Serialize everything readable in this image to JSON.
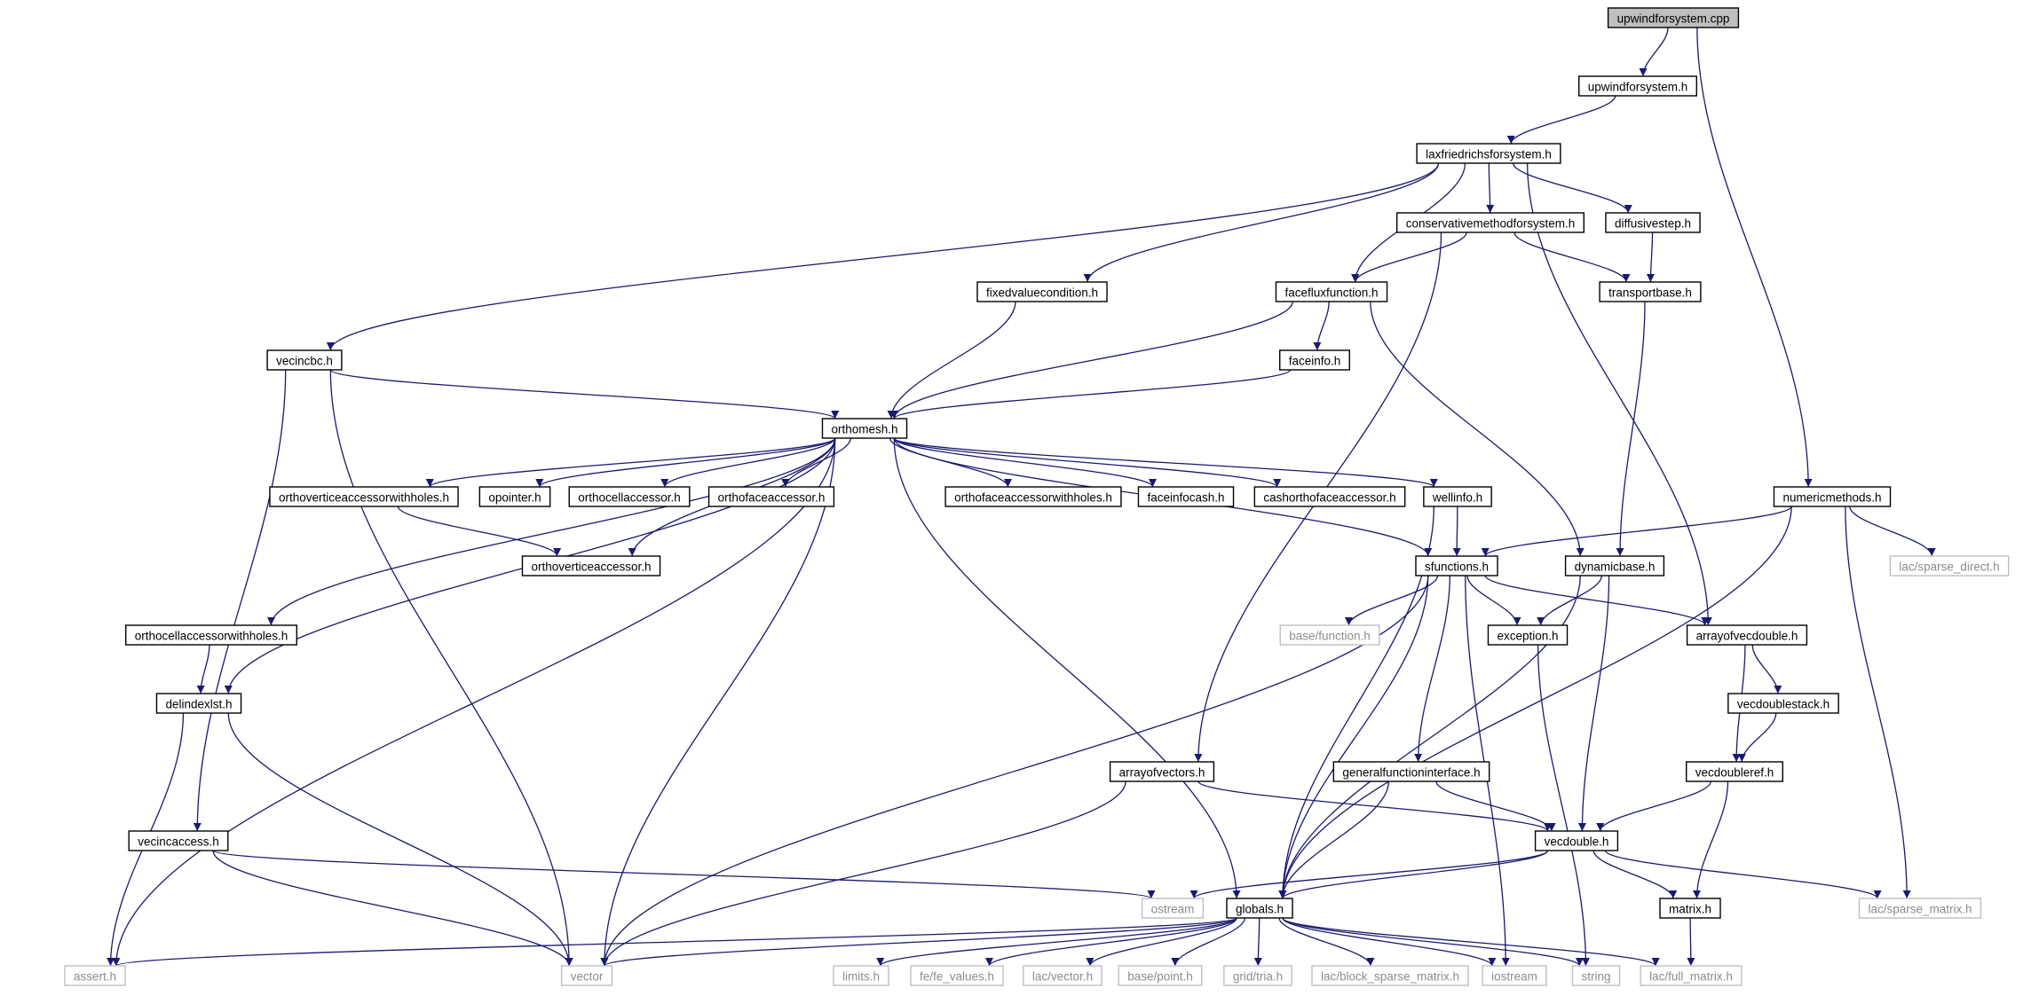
{
  "colors": {
    "edge": "#191970",
    "box": "#000000",
    "root_fill": "#bfbfbf",
    "system_box": "#bfbfbf",
    "system_text": "#8c8c8c"
  },
  "nodes": [
    {
      "id": "upwindforsystem_cpp",
      "label": "upwindforsystem.cpp",
      "kind": "root"
    },
    {
      "id": "upwindforsystem_h",
      "label": "upwindforsystem.h",
      "kind": "local"
    },
    {
      "id": "laxfriedrichsforsystem_h",
      "label": "laxfriedrichsforsystem.h",
      "kind": "local"
    },
    {
      "id": "conservativemethodforsystem_h",
      "label": "conservativemethodforsystem.h",
      "kind": "local"
    },
    {
      "id": "diffusivestep_h",
      "label": "diffusivestep.h",
      "kind": "local"
    },
    {
      "id": "fixedvaluecondition_h",
      "label": "fixedvaluecondition.h",
      "kind": "local"
    },
    {
      "id": "facefluxfunction_h",
      "label": "facefluxfunction.h",
      "kind": "local"
    },
    {
      "id": "transportbase_h",
      "label": "transportbase.h",
      "kind": "local"
    },
    {
      "id": "vecincbc_h",
      "label": "vecincbc.h",
      "kind": "local"
    },
    {
      "id": "faceinfo_h",
      "label": "faceinfo.h",
      "kind": "local"
    },
    {
      "id": "orthomesh_h",
      "label": "orthomesh.h",
      "kind": "local"
    },
    {
      "id": "numericmethods_h",
      "label": "numericmethods.h",
      "kind": "local"
    },
    {
      "id": "orthoverticeaccessorwithholes_h",
      "label": "orthoverticeaccessorwithholes.h",
      "kind": "local"
    },
    {
      "id": "opointer_h",
      "label": "opointer.h",
      "kind": "local"
    },
    {
      "id": "orthocellaccessor_h",
      "label": "orthocellaccessor.h",
      "kind": "local"
    },
    {
      "id": "orthofaceaccessor_h",
      "label": "orthofaceaccessor.h",
      "kind": "local"
    },
    {
      "id": "orthofaceaccessorwithholes_h",
      "label": "orthofaceaccessorwithholes.h",
      "kind": "local"
    },
    {
      "id": "faceinfocash_h",
      "label": "faceinfocash.h",
      "kind": "local"
    },
    {
      "id": "cashorthofaceaccessor_h",
      "label": "cashorthofaceaccessor.h",
      "kind": "local"
    },
    {
      "id": "wellinfo_h",
      "label": "wellinfo.h",
      "kind": "local"
    },
    {
      "id": "lac_sparse_direct",
      "label": "lac/sparse_direct.h",
      "kind": "system"
    },
    {
      "id": "orthoverticeaccessor_h",
      "label": "orthoverticeaccessor.h",
      "kind": "local"
    },
    {
      "id": "sfunctions_h",
      "label": "sfunctions.h",
      "kind": "local"
    },
    {
      "id": "dynamicbase_h",
      "label": "dynamicbase.h",
      "kind": "local"
    },
    {
      "id": "orthocellaccessorwithholes_h",
      "label": "orthocellaccessorwithholes.h",
      "kind": "local"
    },
    {
      "id": "base_function_h",
      "label": "base/function.h",
      "kind": "system"
    },
    {
      "id": "exception_h",
      "label": "exception.h",
      "kind": "local"
    },
    {
      "id": "arrayofvecdouble_h",
      "label": "arrayofvecdouble.h",
      "kind": "local"
    },
    {
      "id": "delindexlst_h",
      "label": "delindexlst.h",
      "kind": "local"
    },
    {
      "id": "vecdoublestack_h",
      "label": "vecdoublestack.h",
      "kind": "local"
    },
    {
      "id": "arrayofvectors_h",
      "label": "arrayofvectors.h",
      "kind": "local"
    },
    {
      "id": "generalfunctioninterface_h",
      "label": "generalfunctioninterface.h",
      "kind": "local"
    },
    {
      "id": "vecdoubleref_h",
      "label": "vecdoubleref.h",
      "kind": "local"
    },
    {
      "id": "vecincaccess_h",
      "label": "vecincaccess.h",
      "kind": "local"
    },
    {
      "id": "vecdouble_h",
      "label": "vecdouble.h",
      "kind": "local"
    },
    {
      "id": "ostream",
      "label": "ostream",
      "kind": "system"
    },
    {
      "id": "globals_h",
      "label": "globals.h",
      "kind": "local"
    },
    {
      "id": "matrix_h",
      "label": "matrix.h",
      "kind": "local"
    },
    {
      "id": "lac_sparse_matrix_h",
      "label": "lac/sparse_matrix.h",
      "kind": "system"
    },
    {
      "id": "assert_h",
      "label": "assert.h",
      "kind": "system"
    },
    {
      "id": "vector",
      "label": "vector",
      "kind": "system"
    },
    {
      "id": "limits_h",
      "label": "limits.h",
      "kind": "system"
    },
    {
      "id": "fe_fe_values_h",
      "label": "fe/fe_values.h",
      "kind": "system"
    },
    {
      "id": "lac_vector_h",
      "label": "lac/vector.h",
      "kind": "system"
    },
    {
      "id": "base_point_h",
      "label": "base/point.h",
      "kind": "system"
    },
    {
      "id": "grid_tria_h",
      "label": "grid/tria.h",
      "kind": "system"
    },
    {
      "id": "lac_block_sparse_matrix_h",
      "label": "lac/block_sparse_matrix.h",
      "kind": "system"
    },
    {
      "id": "iostream",
      "label": "iostream",
      "kind": "system"
    },
    {
      "id": "string",
      "label": "string",
      "kind": "system"
    },
    {
      "id": "lac_full_matrix_h",
      "label": "lac/full_matrix.h",
      "kind": "system"
    }
  ],
  "edges": [
    [
      "upwindforsystem_cpp",
      "upwindforsystem_h"
    ],
    [
      "upwindforsystem_cpp",
      "numericmethods_h"
    ],
    [
      "upwindforsystem_h",
      "laxfriedrichsforsystem_h"
    ],
    [
      "laxfriedrichsforsystem_h",
      "conservativemethodforsystem_h"
    ],
    [
      "laxfriedrichsforsystem_h",
      "diffusivestep_h"
    ],
    [
      "laxfriedrichsforsystem_h",
      "fixedvaluecondition_h"
    ],
    [
      "laxfriedrichsforsystem_h",
      "facefluxfunction_h"
    ],
    [
      "laxfriedrichsforsystem_h",
      "vecincbc_h"
    ],
    [
      "laxfriedrichsforsystem_h",
      "arrayofvecdouble_h"
    ],
    [
      "conservativemethodforsystem_h",
      "facefluxfunction_h"
    ],
    [
      "conservativemethodforsystem_h",
      "transportbase_h"
    ],
    [
      "conservativemethodforsystem_h",
      "arrayofvectors_h"
    ],
    [
      "diffusivestep_h",
      "transportbase_h"
    ],
    [
      "fixedvaluecondition_h",
      "orthomesh_h"
    ],
    [
      "facefluxfunction_h",
      "faceinfo_h"
    ],
    [
      "facefluxfunction_h",
      "orthomesh_h"
    ],
    [
      "facefluxfunction_h",
      "dynamicbase_h"
    ],
    [
      "transportbase_h",
      "dynamicbase_h"
    ],
    [
      "vecincbc_h",
      "orthomesh_h"
    ],
    [
      "vecincbc_h",
      "vecincaccess_h"
    ],
    [
      "vecincbc_h",
      "vector"
    ],
    [
      "faceinfo_h",
      "orthomesh_h"
    ],
    [
      "orthomesh_h",
      "orthoverticeaccessorwithholes_h"
    ],
    [
      "orthomesh_h",
      "opointer_h"
    ],
    [
      "orthomesh_h",
      "orthocellaccessor_h"
    ],
    [
      "orthomesh_h",
      "orthofaceaccessor_h"
    ],
    [
      "orthomesh_h",
      "orthofaceaccessorwithholes_h"
    ],
    [
      "orthomesh_h",
      "faceinfocash_h"
    ],
    [
      "orthomesh_h",
      "cashorthofaceaccessor_h"
    ],
    [
      "orthomesh_h",
      "wellinfo_h"
    ],
    [
      "orthomesh_h",
      "orthoverticeaccessor_h"
    ],
    [
      "orthomesh_h",
      "sfunctions_h"
    ],
    [
      "orthomesh_h",
      "orthocellaccessorwithholes_h"
    ],
    [
      "orthomesh_h",
      "delindexlst_h"
    ],
    [
      "orthomesh_h",
      "assert_h"
    ],
    [
      "orthomesh_h",
      "vector"
    ],
    [
      "orthomesh_h",
      "globals_h"
    ],
    [
      "orthoverticeaccessorwithholes_h",
      "orthoverticeaccessor_h"
    ],
    [
      "wellinfo_h",
      "sfunctions_h"
    ],
    [
      "wellinfo_h",
      "globals_h"
    ],
    [
      "numericmethods_h",
      "sfunctions_h"
    ],
    [
      "numericmethods_h",
      "lac_sparse_direct"
    ],
    [
      "numericmethods_h",
      "globals_h"
    ],
    [
      "numericmethods_h",
      "lac_sparse_matrix_h"
    ],
    [
      "sfunctions_h",
      "base_function_h"
    ],
    [
      "sfunctions_h",
      "exception_h"
    ],
    [
      "sfunctions_h",
      "arrayofvecdouble_h"
    ],
    [
      "sfunctions_h",
      "generalfunctioninterface_h"
    ],
    [
      "sfunctions_h",
      "globals_h"
    ],
    [
      "sfunctions_h",
      "vector"
    ],
    [
      "sfunctions_h",
      "iostream"
    ],
    [
      "dynamicbase_h",
      "exception_h"
    ],
    [
      "dynamicbase_h",
      "vecdouble_h"
    ],
    [
      "dynamicbase_h",
      "globals_h"
    ],
    [
      "orthocellaccessorwithholes_h",
      "delindexlst_h"
    ],
    [
      "exception_h",
      "string"
    ],
    [
      "arrayofvecdouble_h",
      "vecdoublestack_h"
    ],
    [
      "arrayofvecdouble_h",
      "vecdoubleref_h"
    ],
    [
      "delindexlst_h",
      "assert_h"
    ],
    [
      "delindexlst_h",
      "vector"
    ],
    [
      "vecdoublestack_h",
      "vecdoubleref_h"
    ],
    [
      "arrayofvectors_h",
      "vecdouble_h"
    ],
    [
      "arrayofvectors_h",
      "vector"
    ],
    [
      "generalfunctioninterface_h",
      "vecdouble_h"
    ],
    [
      "generalfunctioninterface_h",
      "globals_h"
    ],
    [
      "vecdoubleref_h",
      "vecdouble_h"
    ],
    [
      "vecdoubleref_h",
      "matrix_h"
    ],
    [
      "vecincaccess_h",
      "ostream"
    ],
    [
      "vecincaccess_h",
      "vector"
    ],
    [
      "vecdouble_h",
      "globals_h"
    ],
    [
      "vecdouble_h",
      "ostream"
    ],
    [
      "vecdouble_h",
      "matrix_h"
    ],
    [
      "vecdouble_h",
      "lac_sparse_matrix_h"
    ],
    [
      "matrix_h",
      "lac_full_matrix_h"
    ],
    [
      "globals_h",
      "assert_h"
    ],
    [
      "globals_h",
      "vector"
    ],
    [
      "globals_h",
      "limits_h"
    ],
    [
      "globals_h",
      "fe_fe_values_h"
    ],
    [
      "globals_h",
      "lac_vector_h"
    ],
    [
      "globals_h",
      "base_point_h"
    ],
    [
      "globals_h",
      "grid_tria_h"
    ],
    [
      "globals_h",
      "lac_block_sparse_matrix_h"
    ],
    [
      "globals_h",
      "iostream"
    ],
    [
      "globals_h",
      "string"
    ],
    [
      "globals_h",
      "lac_full_matrix_h"
    ]
  ]
}
